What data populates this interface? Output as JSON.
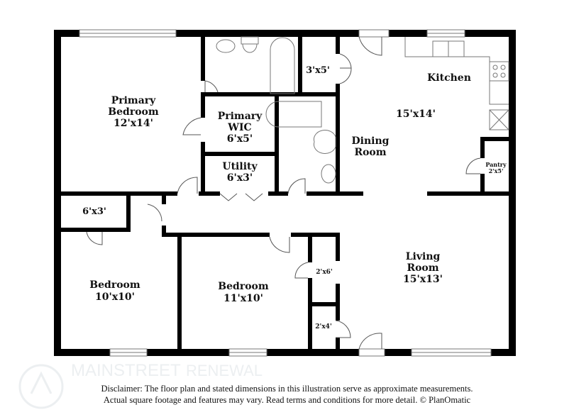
{
  "rooms": {
    "primary_bedroom": {
      "name": "Primary Bedroom",
      "line1": "Primary",
      "line2": "Bedroom",
      "dims": "12'x14'"
    },
    "primary_wic": {
      "line1": "Primary",
      "line2": "WIC",
      "dims": "6'x5'"
    },
    "utility": {
      "name": "Utility",
      "dims": "6'x3'"
    },
    "closet_hall": {
      "dims": "3'x5'"
    },
    "kitchen": {
      "name": "Kitchen",
      "dims": "15'x14'"
    },
    "dining": {
      "line1": "Dining",
      "line2": "Room"
    },
    "pantry": {
      "name": "Pantry",
      "dims": "2'x5'"
    },
    "closet_bed": {
      "dims": "6'x3'"
    },
    "bedroom_1": {
      "name": "Bedroom",
      "dims": "10'x10'"
    },
    "bedroom_2": {
      "name": "Bedroom",
      "dims": "11'x10'"
    },
    "closet_a": {
      "dims": "2'x6'"
    },
    "closet_b": {
      "dims": "2'x4'"
    },
    "living": {
      "line1": "Living",
      "line2": "Room",
      "dims": "15'x13'"
    }
  },
  "watermark": {
    "line1": "MAINSTREET",
    "line2": "RENEWAL"
  },
  "disclaimer": {
    "line1": "Disclaimer: The floor plan and stated dimensions in this illustration serve as approximate measurements.",
    "line2": "Actual square footage and features may vary. Read terms and conditions for more detail. © PlanOmatic"
  }
}
